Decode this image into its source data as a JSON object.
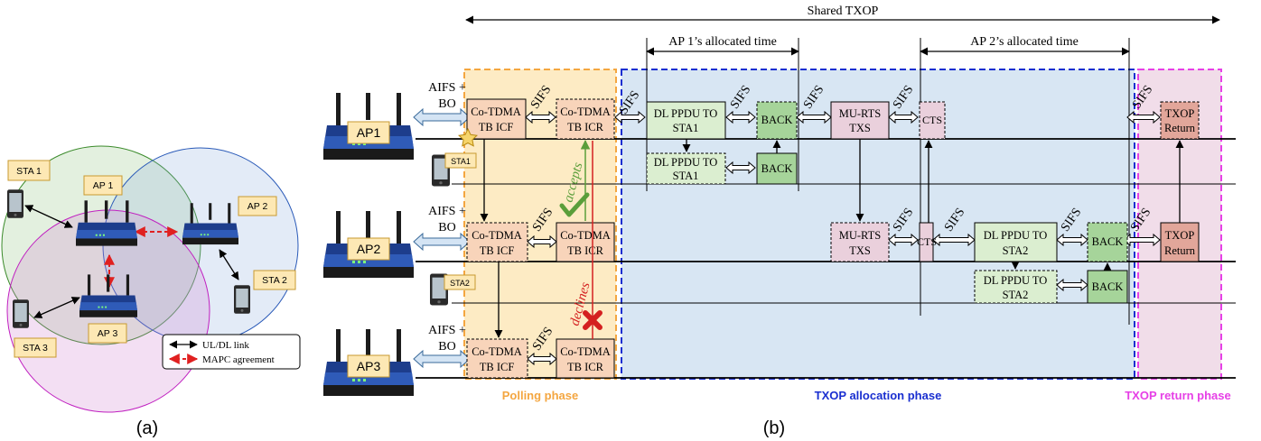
{
  "panel_a": {
    "caption": "(a)",
    "aps": [
      "AP 1",
      "AP 2",
      "AP 3"
    ],
    "stas": [
      "STA 1",
      "STA 2",
      "STA 3"
    ],
    "legend": {
      "link": "UL/DL link",
      "agreement": "MAPC agreement"
    },
    "colors": {
      "ap1_cell": "#8fc27f",
      "ap2_cell": "#8fb0e0",
      "ap3_cell": "#d080d0",
      "agreement": "#e02020"
    }
  },
  "panel_b": {
    "caption": "(b)",
    "shared_txop": "Shared TXOP",
    "ap1_time": "AP 1’s allocated time",
    "ap2_time": "AP 2’s allocated time",
    "aifs_line1": "AIFS +",
    "aifs_line2": "BO",
    "sifs": "SIFS",
    "ap_labels": [
      "AP1",
      "AP2",
      "AP3"
    ],
    "sta_labels": [
      "STA1",
      "STA2"
    ],
    "cotdma": "Co-TDMA",
    "tb_icf": "TB ICF",
    "tb_icr": "TB ICR",
    "dl_ppdu_to": "DL PPDU TO",
    "sta1": "STA1",
    "sta2": "STA2",
    "back": "BACK",
    "mu_rts": "MU-RTS",
    "txs": "TXS",
    "cts": "CTS",
    "txop": "TXOP",
    "return_word": "Return",
    "accepts": "accepts",
    "declines": "declines",
    "phases": {
      "polling": "Polling phase",
      "allocation": "TXOP allocation phase",
      "return_phase": "TXOP return phase"
    },
    "colors": {
      "polling_bg": "#fdebc4",
      "polling_border": "#f4a640",
      "allocation_bg": "#d8e6f3",
      "allocation_border": "#1a2fd0",
      "return_bg": "#f1dde9",
      "return_border": "#e640e6",
      "accept": "#5a9e3a",
      "decline": "#d42020"
    }
  }
}
